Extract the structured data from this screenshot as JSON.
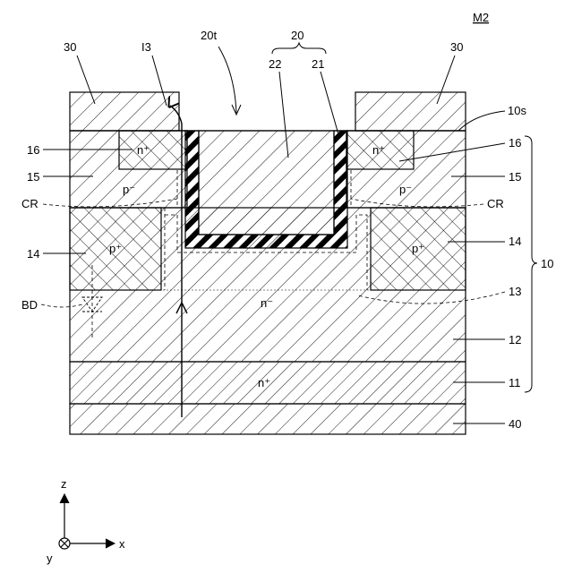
{
  "figure_id": "M2",
  "labels": {
    "trench_group": "20",
    "trench_top": "20t",
    "conductor": "22",
    "insulator": "21",
    "current": "I3",
    "electrode_top_left": "30",
    "electrode_top_right": "30",
    "surface": "10s",
    "region_16_left": "16",
    "region_16_right": "16",
    "region_15_left": "15",
    "region_15_right": "15",
    "cr_left": "CR",
    "cr_right": "CR",
    "region_14_left": "14",
    "region_14_right": "14",
    "substrate_group": "10",
    "region_13": "13",
    "body_diode": "BD",
    "region_12": "12",
    "region_11": "11",
    "electrode_bottom": "40"
  },
  "doping": {
    "n_plus_left": "n⁺",
    "n_plus_right": "n⁺",
    "p_minus_left": "p⁻",
    "p_minus_right": "p⁻",
    "p_plus_left": "p⁺",
    "p_plus_right": "p⁺",
    "n_drift": "n⁻",
    "n_plus_substrate": "n⁺"
  },
  "axes": {
    "z": "z",
    "x": "x",
    "y": "y"
  }
}
